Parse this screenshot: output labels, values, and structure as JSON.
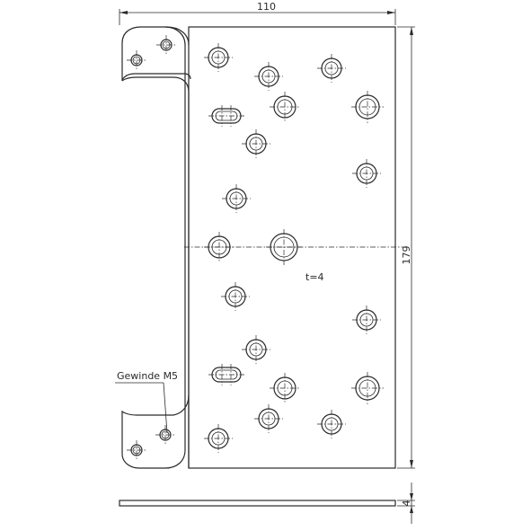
{
  "drawing": {
    "dim_width": "110",
    "dim_height": "179",
    "dim_thickness": "4",
    "thickness_note": "t=4",
    "thread_note": "Gewinde M5"
  },
  "colors": {
    "line": "#2a2a2a",
    "background": "#ffffff"
  }
}
